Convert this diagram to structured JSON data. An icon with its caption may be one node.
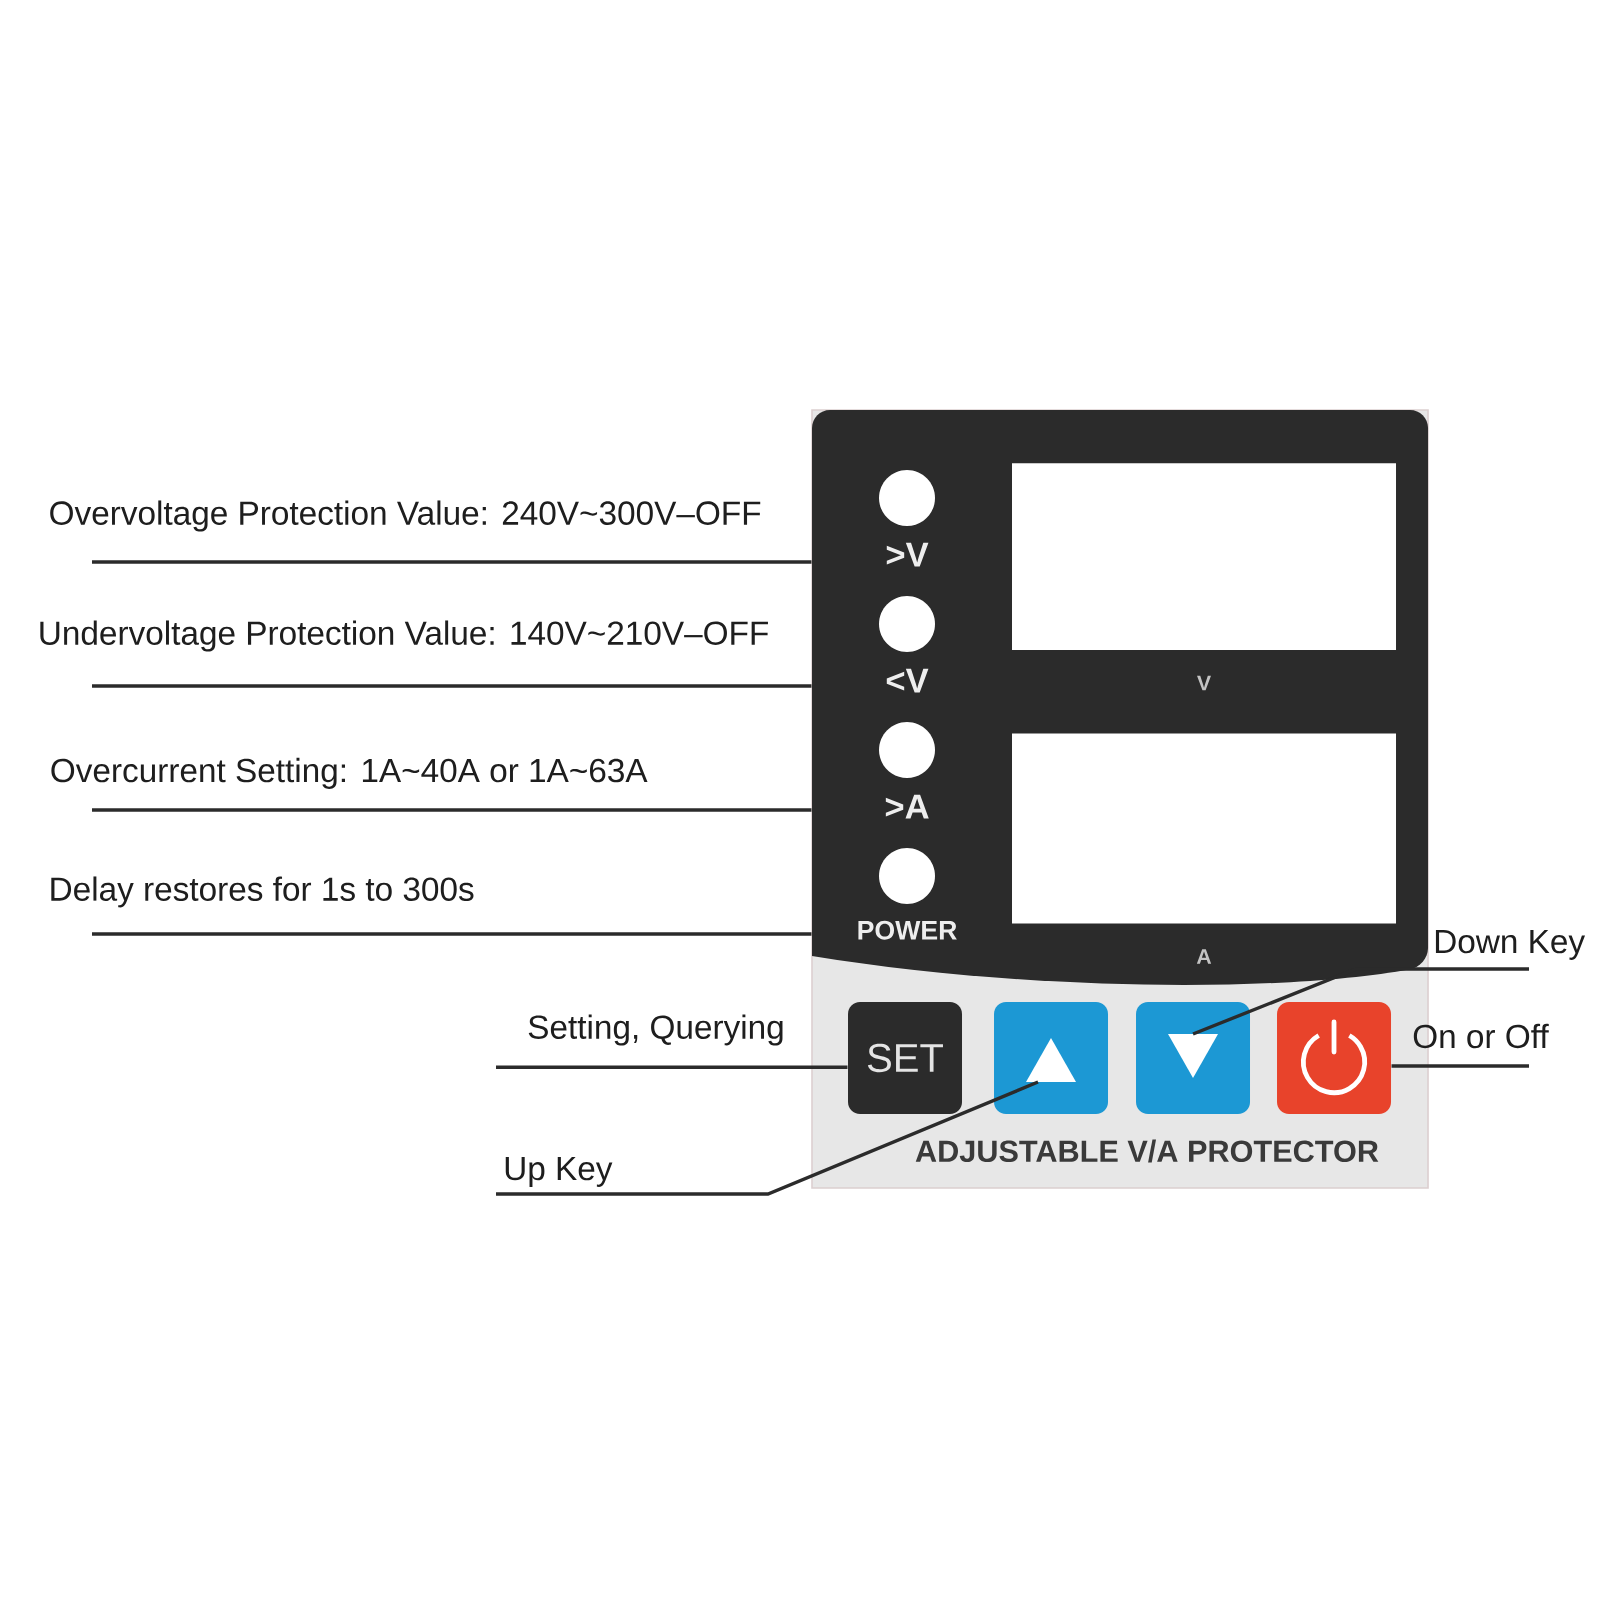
{
  "diagram": {
    "nodes": [
      {
        "text": [
          "ADJUSTABLE V/A PROTECTOR"
        ]
      },
      {
        "text": [],
        "shape": "box",
        "in": 0
      },
      {
        "text": [
          ">V"
        ],
        "in": 1
      },
      {
        "text": [
          "V"
        ],
        "in": 1
      },
      {
        "text": [
          "<V"
        ],
        "in": 1
      },
      {
        "text": [
          ">A"
        ],
        "in": 1
      },
      {
        "text": [
          "A"
        ],
        "in": 1
      },
      {
        "text": [
          "POWER"
        ],
        "in": 1
      },
      {
        "text": [
          "SET"
        ],
        "in": 0
      },
      {
        "text": [],
        "shape": "box",
        "in": 0
      },
      {
        "text": [],
        "shape": "box",
        "in": 0
      },
      {
        "text": [],
        "shape": "box",
        "in": 0
      },
      {
        "text": [
          "Overvoltage Protection Value: 240V~300V–OFF"
        ]
      },
      {
        "text": [
          "Undervoltage Protection Value: 140V~210V–OFF"
        ]
      },
      {
        "text": [
          "Overcurrent Setting: 1A~40A or 1A~63A"
        ]
      },
      {
        "text": [
          "Delay restores for 1s to 300s"
        ]
      },
      {
        "text": [
          "Down Key"
        ]
      },
      {
        "text": [
          "Setting, Querying"
        ]
      },
      {
        "text": [
          "On or Off"
        ]
      },
      {
        "text": [
          "Up Key"
        ]
      }
    ],
    "edges": [
      {
        "from": 12,
        "to": 1,
        "arrow": "none"
      },
      {
        "from": 13,
        "to": 1,
        "arrow": "none"
      },
      {
        "from": 14,
        "to": 1,
        "arrow": "none"
      },
      {
        "from": 15,
        "to": 1,
        "arrow": "none"
      },
      {
        "from": 17,
        "to": 8,
        "arrow": "none"
      },
      {
        "from": 19,
        "to": 9,
        "arrow": "none"
      },
      {
        "from": 16,
        "to": 10,
        "arrow": "none"
      },
      {
        "from": 18,
        "to": 11,
        "arrow": "none"
      }
    ]
  }
}
